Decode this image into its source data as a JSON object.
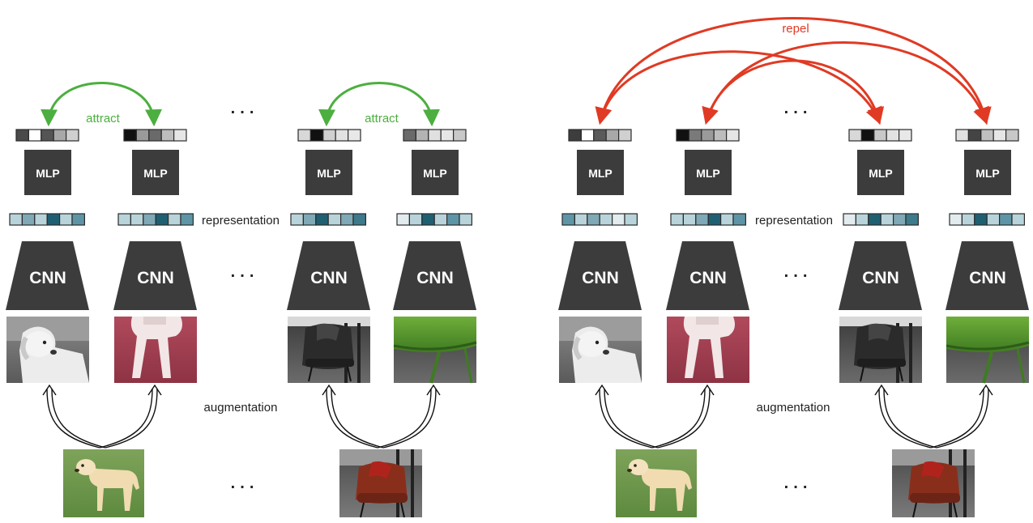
{
  "labels": {
    "attract": "attract",
    "repel": "repel",
    "representation": "representation",
    "augmentation": "augmentation",
    "mlp": "MLP",
    "cnn": "CNN",
    "ellipsis": "· · ·"
  },
  "colors": {
    "attract": "#4caf3f",
    "repel": "#e03a24",
    "block": "#3c3c3c",
    "block_text": "#ffffff",
    "teal_dark": "#1f5f72",
    "teal_mid": "#5e95a6",
    "teal_light": "#bcd6dc"
  },
  "panels": [
    {
      "name": "attract-panel",
      "columns": [
        {
          "view": "dog-grayscale-crop",
          "projection": [
            "#4a4a4a",
            "#ffffff",
            "#555555",
            "#a8a8a8",
            "#d0d0d0"
          ],
          "representation": [
            "#b8d4da",
            "#7fa9b6",
            "#b8d4da",
            "#1f5f72",
            "#b8d4da",
            "#5e95a6"
          ]
        },
        {
          "view": "dog-red-tint-crop",
          "projection": [
            "#111111",
            "#9a9a9a",
            "#6a6a6a",
            "#bdbdbd",
            "#e6e6e6"
          ],
          "representation": [
            "#b8d4da",
            "#b8d4da",
            "#7fa9b6",
            "#1f5f72",
            "#b8d4da",
            "#5e95a6"
          ]
        },
        {
          "view": "chair-grayscale-crop",
          "projection": [
            "#d8d8d8",
            "#111111",
            "#d0d0d0",
            "#e2e2e2",
            "#e8e8e8"
          ],
          "representation": [
            "#b8d4da",
            "#7fa9b6",
            "#1f5f72",
            "#b8d4da",
            "#7fa9b6",
            "#3d7a8c"
          ]
        },
        {
          "view": "chair-green-crop",
          "projection": [
            "#6a6a6a",
            "#b3b3b3",
            "#e0e0e0",
            "#e6e6e6",
            "#c8c8c8"
          ],
          "representation": [
            "#e2ecef",
            "#b8d4da",
            "#1f5f72",
            "#b8d4da",
            "#5e95a6",
            "#b8d4da"
          ]
        }
      ],
      "sources": [
        "dog-source-photo",
        "chair-source-photo"
      ]
    },
    {
      "name": "repel-panel",
      "columns": [
        {
          "view": "dog-grayscale-crop",
          "projection": [
            "#3d3d3d",
            "#ffffff",
            "#5a5a5a",
            "#a8a8a8",
            "#d0d0d0"
          ],
          "representation": [
            "#5e95a6",
            "#b8d4da",
            "#7fa9b6",
            "#b8d4da",
            "#e2ecef",
            "#b8d4da"
          ]
        },
        {
          "view": "dog-red-tint-crop",
          "projection": [
            "#111111",
            "#7a7a7a",
            "#9a9a9a",
            "#bdbdbd",
            "#e6e6e6"
          ],
          "representation": [
            "#b8d4da",
            "#b8d4da",
            "#7fa9b6",
            "#1f5f72",
            "#b8d4da",
            "#5e95a6"
          ]
        },
        {
          "view": "chair-grayscale-crop",
          "projection": [
            "#d8d8d8",
            "#111111",
            "#c8c8c8",
            "#e2e2e2",
            "#e8e8e8"
          ],
          "representation": [
            "#e2ecef",
            "#b8d4da",
            "#1f5f72",
            "#b8d4da",
            "#7fa9b6",
            "#3d7a8c"
          ]
        },
        {
          "view": "chair-green-crop",
          "projection": [
            "#e0e0e0",
            "#444444",
            "#c0c0c0",
            "#e6e6e6",
            "#c8c8c8"
          ],
          "representation": [
            "#e2ecef",
            "#b8d4da",
            "#1f5f72",
            "#b8d4da",
            "#5e95a6",
            "#b8d4da"
          ]
        }
      ],
      "sources": [
        "dog-source-photo",
        "chair-source-photo"
      ]
    }
  ]
}
